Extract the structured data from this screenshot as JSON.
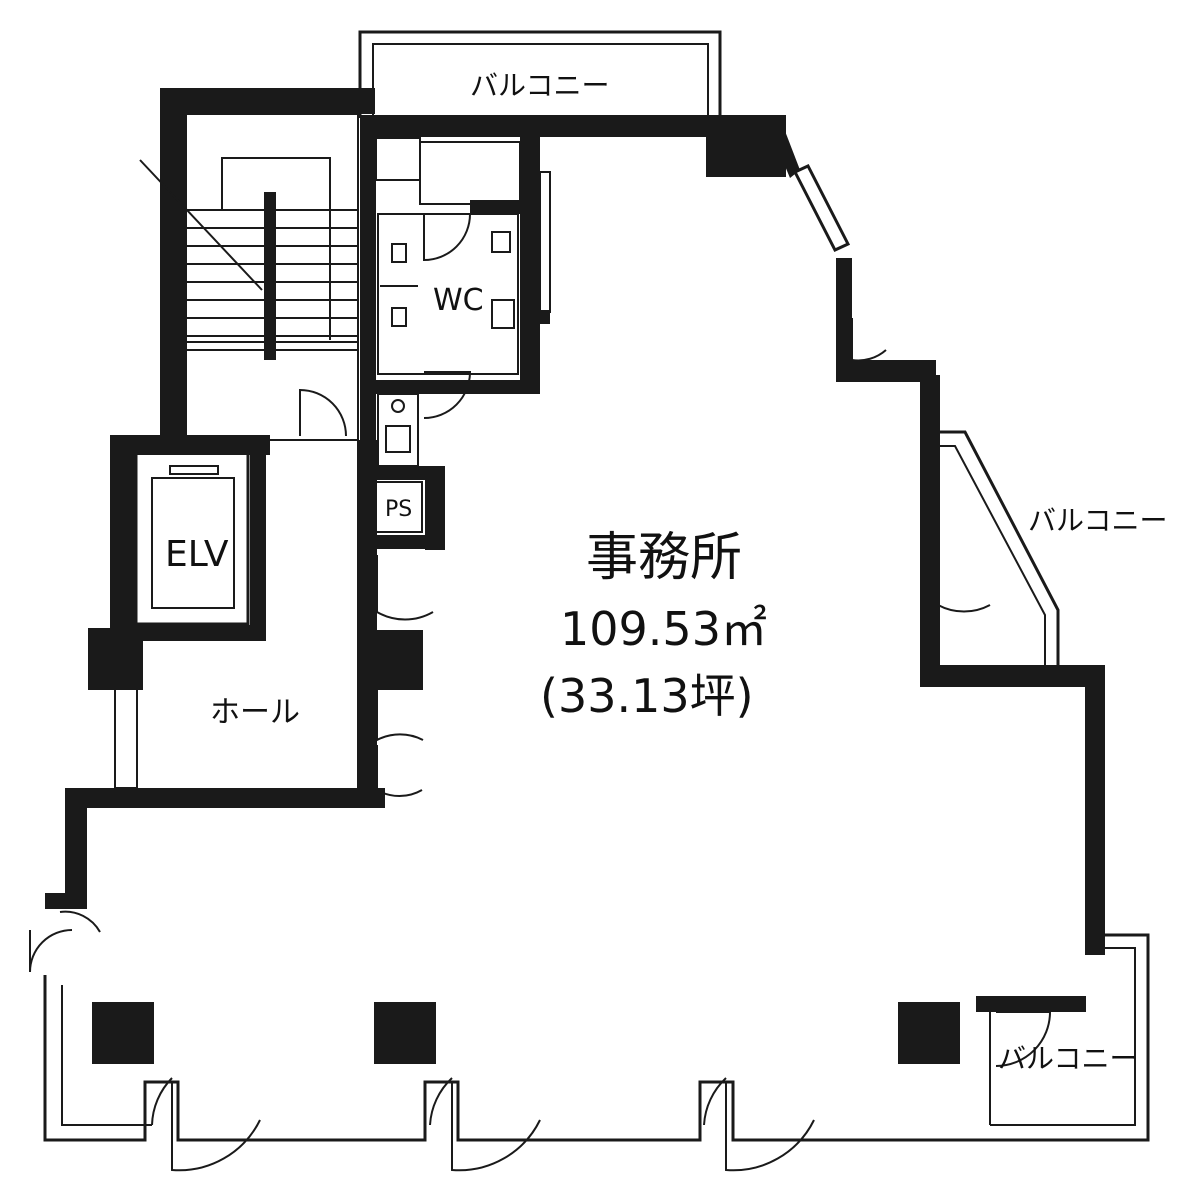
{
  "labels": {
    "balcony_top": "バルコニー",
    "balcony_right": "バルコニー",
    "balcony_bottom_right": "バルコニー",
    "wc": "WC",
    "ps": "PS",
    "elv": "ELV",
    "hall": "ホール",
    "office_name": "事務所",
    "office_area": "109.53㎡",
    "office_tsubo": "(33.13坪)"
  },
  "colors": {
    "wall": "#1a1a1a",
    "background": "#ffffff"
  }
}
